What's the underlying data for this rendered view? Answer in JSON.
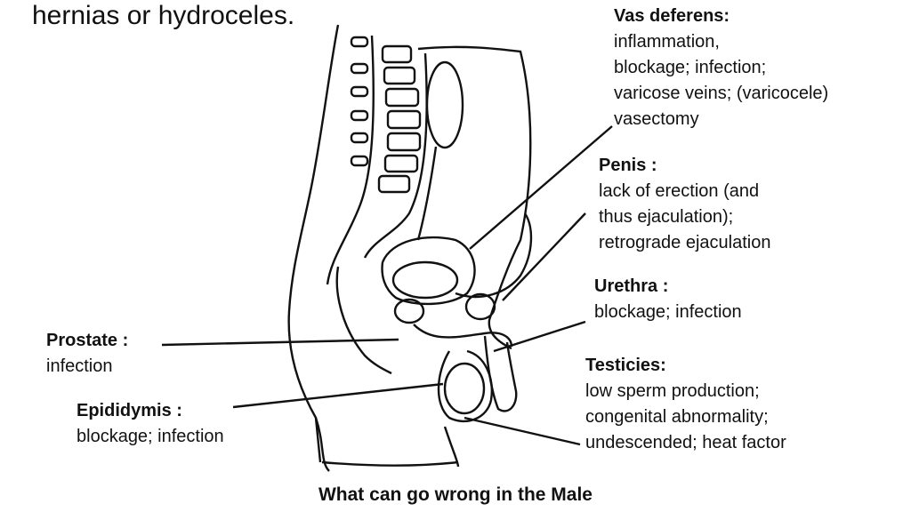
{
  "header": {
    "text": "hernias or hydroceles."
  },
  "labels": {
    "vas_deferens": {
      "title": "Vas deferens:",
      "lines": [
        "inflammation,",
        "blockage; infection;",
        "varicose veins; (varicocele)",
        "vasectomy"
      ]
    },
    "penis": {
      "title": "Penis :",
      "lines": [
        "lack of erection (and",
        "thus ejaculation);",
        "retrograde ejaculation"
      ]
    },
    "urethra": {
      "title": "Urethra :",
      "lines": [
        "blockage; infection"
      ]
    },
    "testicies": {
      "title": "Testicies:",
      "lines": [
        "low sperm production;",
        "congenital abnormality;",
        "undescended; heat factor"
      ]
    },
    "prostate": {
      "title": "Prostate :",
      "lines": [
        "infection"
      ]
    },
    "epididymis": {
      "title": "Epididymis :",
      "lines": [
        "blockage; infection"
      ]
    }
  },
  "caption": "What can go wrong in the Male"
}
